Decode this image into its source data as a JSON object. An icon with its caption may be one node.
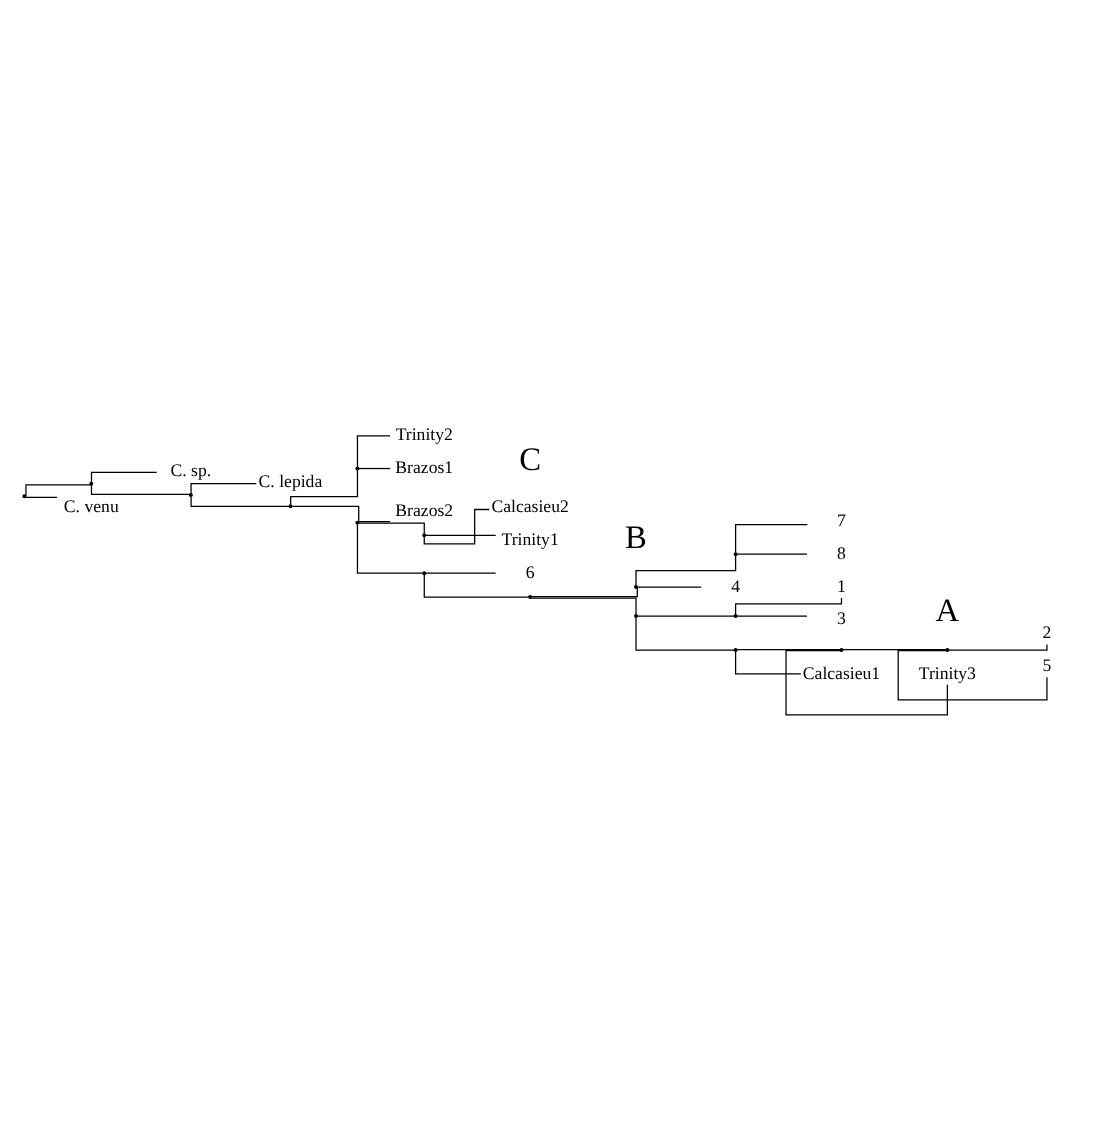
{
  "diagram": {
    "nodes": [
      {
        "text": [],
        "shape": "point"
      },
      {
        "text": [],
        "shape": "point"
      },
      {
        "text": [
          "C. sp."
        ]
      },
      {
        "text": [],
        "shape": "point"
      },
      {
        "text": [
          "C. lepida"
        ]
      },
      {
        "text": [],
        "shape": "point"
      },
      {
        "text": [],
        "shape": "point"
      },
      {
        "text": [
          "Trinity2"
        ]
      },
      {
        "text": [
          "Brazos1"
        ]
      },
      {
        "text": [],
        "shape": "point"
      },
      {
        "text": [
          "Brazos2"
        ]
      },
      {
        "text": [],
        "shape": "point"
      },
      {
        "text": [
          "Calcasieu2"
        ]
      },
      {
        "text": [
          "Trinity1"
        ]
      },
      {
        "text": [],
        "shape": "point"
      },
      {
        "text": [
          "6"
        ]
      },
      {
        "text": [],
        "shape": "point"
      },
      {
        "text": [],
        "shape": "point"
      },
      {
        "text": [],
        "shape": "point"
      },
      {
        "text": [
          "7"
        ]
      },
      {
        "text": [
          "8"
        ]
      },
      {
        "text": [
          "4"
        ]
      },
      {
        "text": [],
        "shape": "point"
      },
      {
        "text": [],
        "shape": "point"
      },
      {
        "text": [
          "1"
        ]
      },
      {
        "text": [
          "3"
        ]
      },
      {
        "text": [],
        "shape": "point"
      },
      {
        "text": [],
        "shape": "point"
      },
      {
        "text": [],
        "shape": "point"
      },
      {
        "text": [
          "2"
        ]
      },
      {
        "text": [
          "5"
        ]
      },
      {
        "text": [
          "Trinity3"
        ]
      },
      {
        "text": [
          "Calcasieu1"
        ]
      },
      {
        "text": [
          "C. venu"
        ]
      }
    ],
    "edges": [
      {
        "from": 0,
        "to": 1,
        "arrow": "none"
      },
      {
        "from": 0,
        "to": 33,
        "arrow": "none"
      },
      {
        "from": 1,
        "to": 2,
        "arrow": "none"
      },
      {
        "from": 1,
        "to": 3,
        "arrow": "none"
      },
      {
        "from": 3,
        "to": 4,
        "arrow": "none"
      },
      {
        "from": 3,
        "to": 5,
        "arrow": "none"
      },
      {
        "from": 5,
        "to": 6,
        "arrow": "none"
      },
      {
        "from": 5,
        "to": 9,
        "arrow": "none"
      },
      {
        "from": 6,
        "to": 7,
        "arrow": "none"
      },
      {
        "from": 6,
        "to": 8,
        "arrow": "none"
      },
      {
        "from": 9,
        "to": 10,
        "arrow": "none"
      },
      {
        "from": 9,
        "to": 11,
        "arrow": "none"
      },
      {
        "from": 9,
        "to": 14,
        "arrow": "none"
      },
      {
        "from": 11,
        "to": 12,
        "arrow": "none"
      },
      {
        "from": 11,
        "to": 13,
        "arrow": "none"
      },
      {
        "from": 14,
        "to": 15,
        "arrow": "none"
      },
      {
        "from": 14,
        "to": 16,
        "arrow": "none"
      },
      {
        "from": 16,
        "to": 17,
        "arrow": "none"
      },
      {
        "from": 16,
        "to": 22,
        "arrow": "none"
      },
      {
        "from": 17,
        "to": 18,
        "arrow": "none"
      },
      {
        "from": 17,
        "to": 21,
        "arrow": "none"
      },
      {
        "from": 18,
        "to": 19,
        "arrow": "none"
      },
      {
        "from": 18,
        "to": 20,
        "arrow": "none"
      },
      {
        "from": 22,
        "to": 23,
        "arrow": "none"
      },
      {
        "from": 22,
        "to": 26,
        "arrow": "none"
      },
      {
        "from": 23,
        "to": 24,
        "arrow": "none"
      },
      {
        "from": 23,
        "to": 25,
        "arrow": "none"
      },
      {
        "from": 26,
        "to": 27,
        "arrow": "none"
      },
      {
        "from": 26,
        "to": 32,
        "arrow": "none"
      },
      {
        "from": 27,
        "to": 28,
        "arrow": "none"
      },
      {
        "from": 27,
        "to": 31,
        "arrow": "none"
      },
      {
        "from": 28,
        "to": 29,
        "arrow": "none"
      },
      {
        "from": 28,
        "to": 30,
        "arrow": "none"
      }
    ],
    "labels": [
      "C",
      "B",
      "A"
    ]
  }
}
